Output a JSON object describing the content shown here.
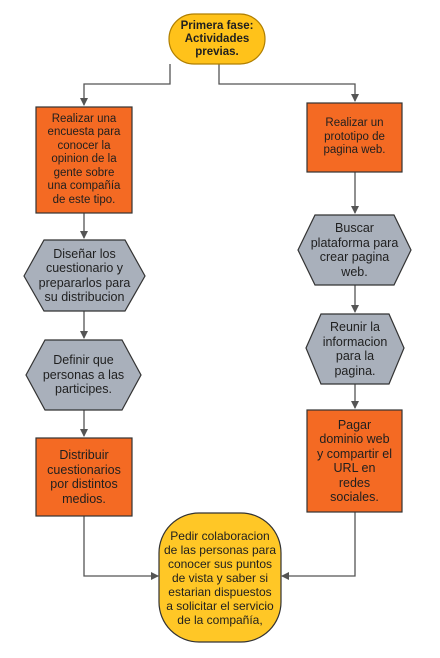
{
  "colors": {
    "start_fill": "#FFC21A",
    "start_stroke": "#B07F00",
    "orange_fill": "#F46A23",
    "orange_stroke": "#333333",
    "hex_fill": "#A9B0BB",
    "hex_stroke": "#333333",
    "end_fill": "#FFC726",
    "end_stroke": "#333333",
    "connector": "#555555",
    "background": "#FFFFFF"
  },
  "nodes": {
    "start": "Primera fase:\nActividades\nprevias.",
    "left_survey": "Realizar una\nencuesta para\nconocer la\nopinion de la\ngente sobre\nuna compañía\nde este tipo.",
    "left_design": "Diseñar los\ncuestionario y\nprepararlos para\nsu distribucion",
    "left_define": "Definir que\npersonas a las\nparticipes.",
    "left_distribute": "Distribuir\ncuestionarios\npor distintos\nmedios.",
    "right_prototype": "Realizar un\nprototipo de\npagina web.",
    "right_platform": "Buscar\nplataforma para\ncrear pagina\nweb.",
    "right_gather": "Reunir la\ninformacion\npara la\npagina.",
    "right_pay": "Pagar\ndominio web\ny compartir el\nURL en\nredes\nsociales.",
    "end": "Pedir colaboracion\nde las personas para\nconocer sus puntos\nde vista y saber si\nestarian dispuestos\na solicitar el servicio\nde la compañía,"
  }
}
